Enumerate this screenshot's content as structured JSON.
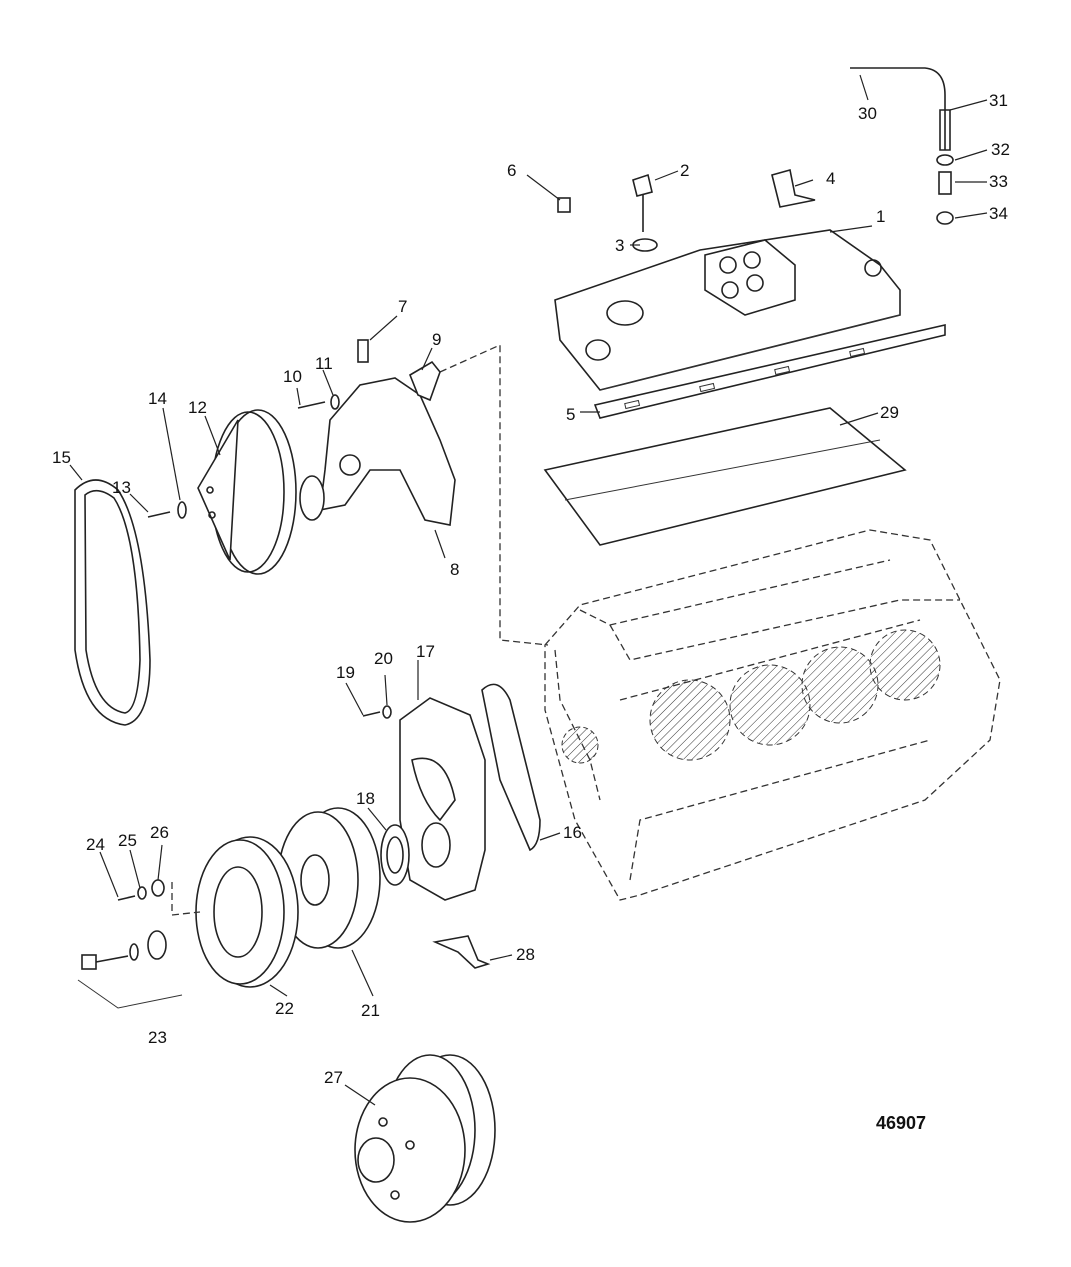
{
  "diagram": {
    "figure_code": "46907",
    "callouts": [
      "1",
      "2",
      "3",
      "4",
      "5",
      "6",
      "7",
      "8",
      "9",
      "10",
      "11",
      "12",
      "13",
      "14",
      "15",
      "16",
      "17",
      "18",
      "19",
      "20",
      "21",
      "22",
      "23",
      "24",
      "25",
      "26",
      "27",
      "28",
      "29",
      "30",
      "31",
      "32",
      "33",
      "34"
    ]
  }
}
